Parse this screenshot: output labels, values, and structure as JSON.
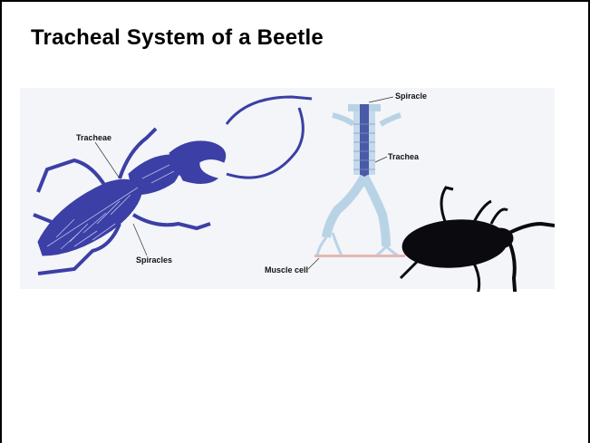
{
  "slide": {
    "title": "Tracheal System of a Beetle"
  },
  "figure": {
    "labels": {
      "tracheae": "Tracheae",
      "spiracles": "Spiracles",
      "spiracle": "Spiracle",
      "trachea": "Trachea",
      "muscle_cell": "Muscle cell"
    },
    "colors": {
      "beetle_blue": "#3b3fa6",
      "trachea_light": "#b9d3e6",
      "beetle_black": "#0b0b0f"
    }
  }
}
